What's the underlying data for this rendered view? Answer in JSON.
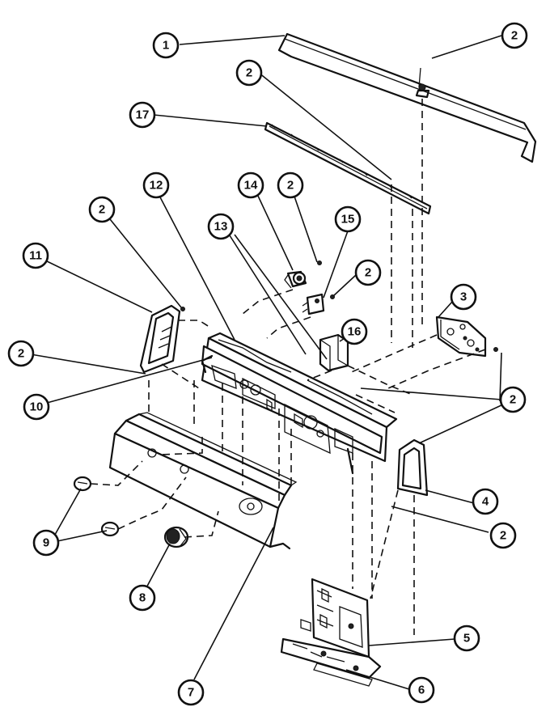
{
  "callouts": [
    {
      "id": "c1",
      "label": "1"
    },
    {
      "id": "c2a",
      "label": "2"
    },
    {
      "id": "c2b",
      "label": "2"
    },
    {
      "id": "c17",
      "label": "17"
    },
    {
      "id": "c12",
      "label": "12"
    },
    {
      "id": "c14",
      "label": "14"
    },
    {
      "id": "c2c",
      "label": "2"
    },
    {
      "id": "c15",
      "label": "15"
    },
    {
      "id": "c13",
      "label": "13"
    },
    {
      "id": "c2d",
      "label": "2"
    },
    {
      "id": "c11",
      "label": "11"
    },
    {
      "id": "c2e",
      "label": "2"
    },
    {
      "id": "c3",
      "label": "3"
    },
    {
      "id": "c2f",
      "label": "2"
    },
    {
      "id": "c16",
      "label": "16"
    },
    {
      "id": "c10",
      "label": "10"
    },
    {
      "id": "c2g",
      "label": "2"
    },
    {
      "id": "c4",
      "label": "4"
    },
    {
      "id": "c9",
      "label": "9"
    },
    {
      "id": "c2h",
      "label": "2"
    },
    {
      "id": "c8",
      "label": "8"
    },
    {
      "id": "c5",
      "label": "5"
    },
    {
      "id": "c7",
      "label": "7"
    },
    {
      "id": "c6",
      "label": "6"
    }
  ]
}
